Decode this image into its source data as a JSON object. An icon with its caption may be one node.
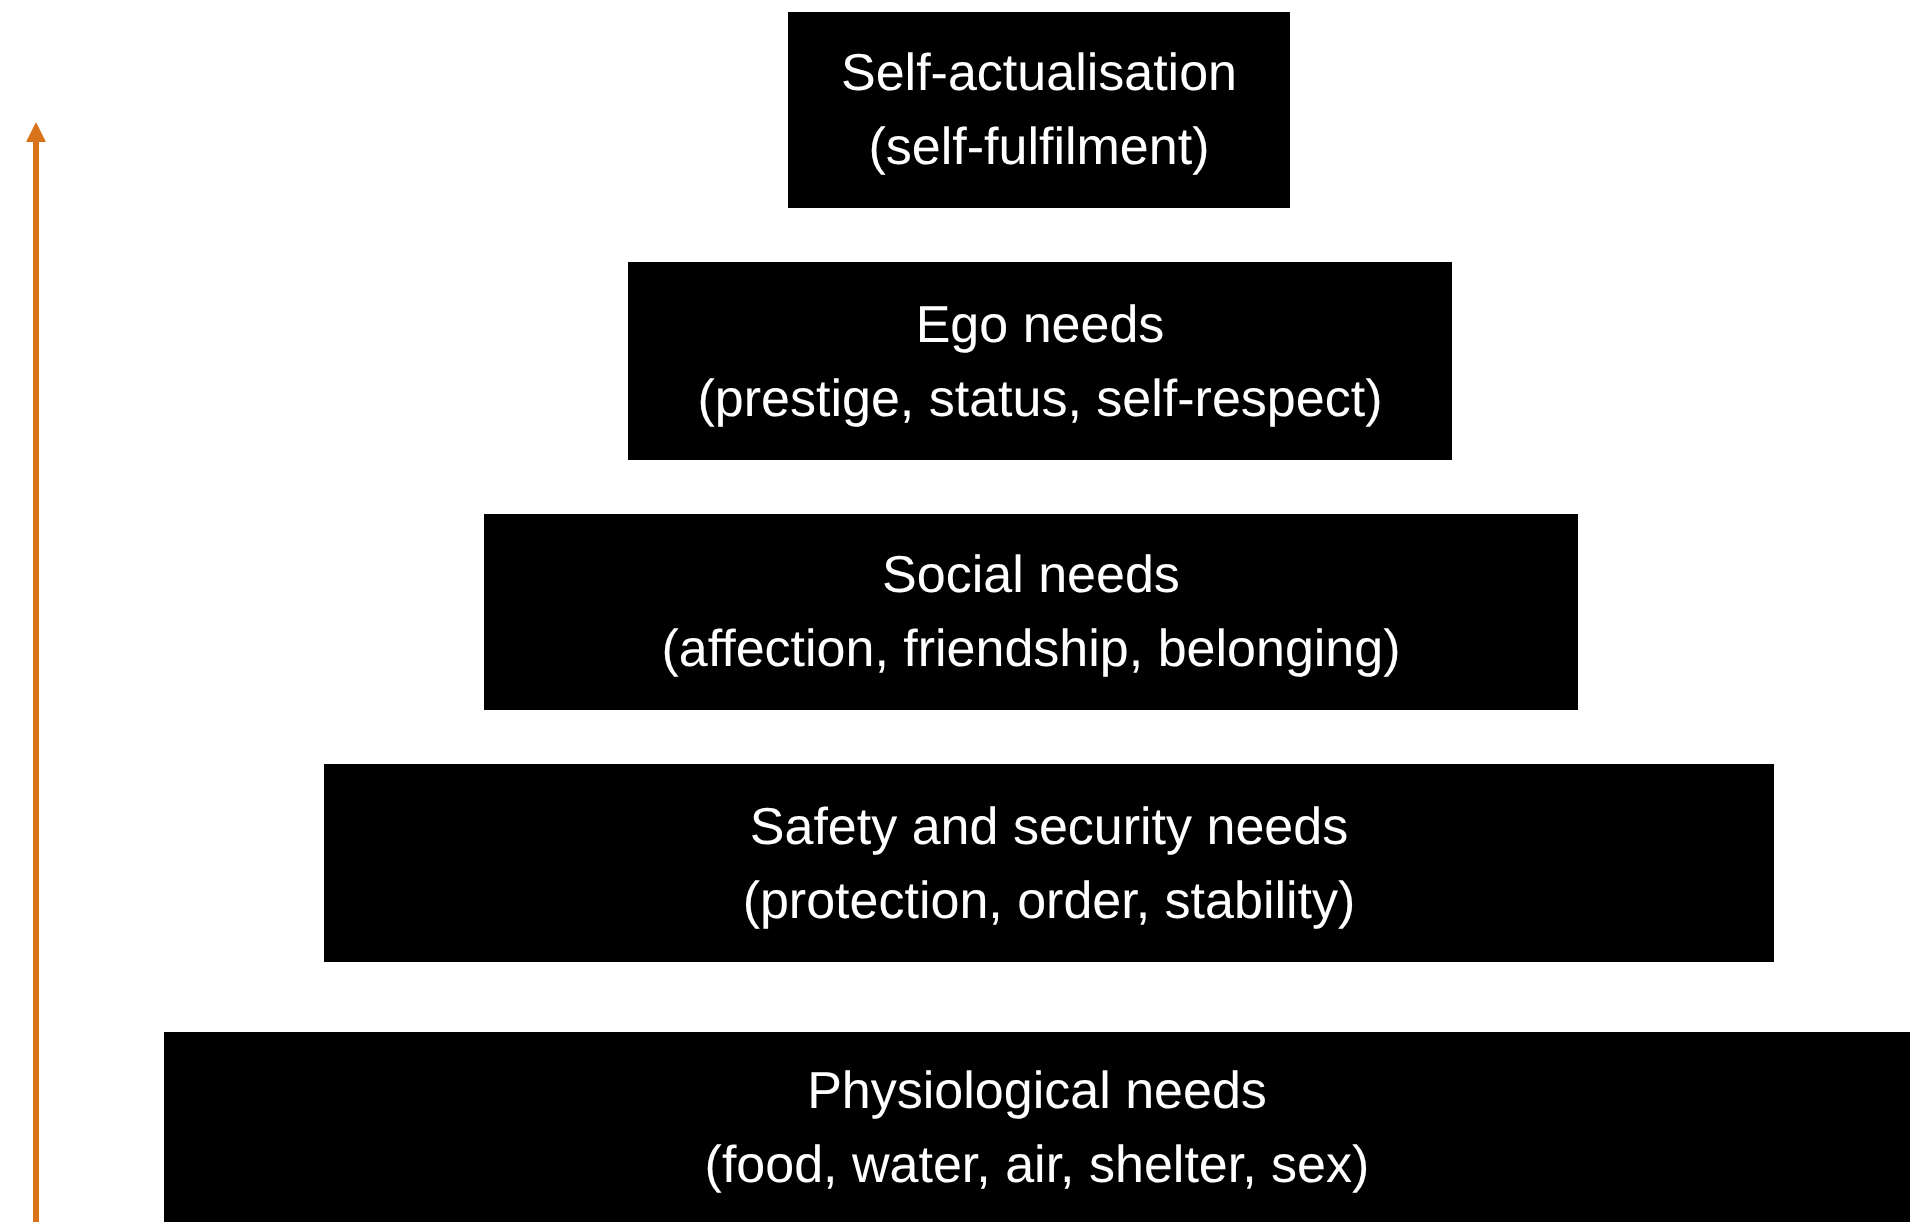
{
  "diagram": {
    "nodes": [
      {
        "text": [
          "Self-actualisation",
          "(self-fulfilment)"
        ]
      },
      {
        "text": [
          "Ego needs",
          "(prestige, status, self-respect)"
        ]
      },
      {
        "text": [
          "Social needs",
          "(affection, friendship, belonging)"
        ]
      },
      {
        "text": [
          "Safety and security needs",
          "(protection, order, stability)"
        ]
      },
      {
        "text": [
          "Physiological needs",
          "(food, water, air, shelter, sex)"
        ]
      }
    ]
  }
}
